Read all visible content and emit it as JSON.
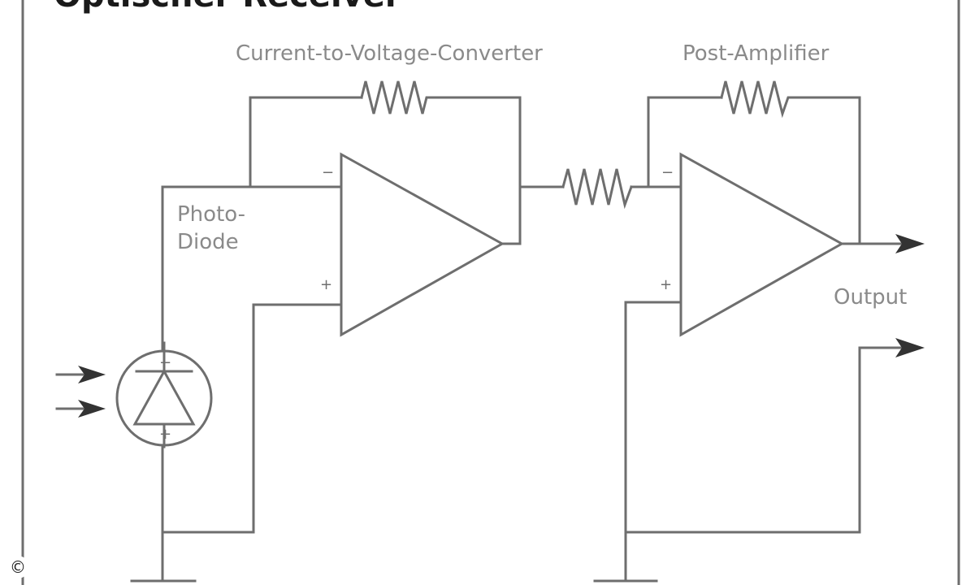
{
  "title": "Optischer Receiver",
  "labels": {
    "converter": "Current-to-Voltage-Converter",
    "post_amp": "Post-Amplifier",
    "photodiode_line1": "Photo-",
    "photodiode_line2": "Diode",
    "output": "Output"
  },
  "signs": {
    "minus": "−",
    "plus": "+"
  },
  "copyright": "©",
  "colors": {
    "line": "#6e6e6e",
    "label": "#8a8a8a",
    "arrow": "#333333"
  }
}
